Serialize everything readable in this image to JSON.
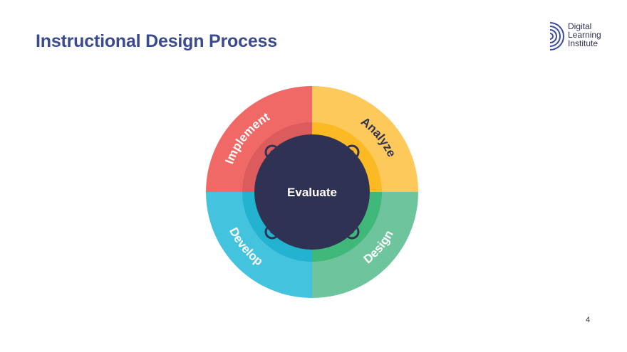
{
  "slide": {
    "title": "Instructional Design Process",
    "page_number": "4"
  },
  "logo": {
    "lines": [
      "Digital",
      "Learning",
      "Institute"
    ],
    "color": "#3a4a9f"
  },
  "diagram": {
    "center_label": "Evaluate",
    "center_color": "#2f3252",
    "segments": [
      {
        "label": "Analyze",
        "position": "top-right",
        "outer_color": "#fdc95b",
        "inner_color": "#fbb923",
        "text_color": "#2f3252"
      },
      {
        "label": "Design",
        "position": "bottom-right",
        "outer_color": "#6ec59d",
        "inner_color": "#3fb87a",
        "text_color": "#ffffff"
      },
      {
        "label": "Develop",
        "position": "bottom-left",
        "outer_color": "#44c3df",
        "inner_color": "#23b2cf",
        "text_color": "#ffffff"
      },
      {
        "label": "Implement",
        "position": "top-left",
        "outer_color": "#f06966",
        "inner_color": "#dc5b5c",
        "text_color": "#ffffff"
      }
    ]
  }
}
